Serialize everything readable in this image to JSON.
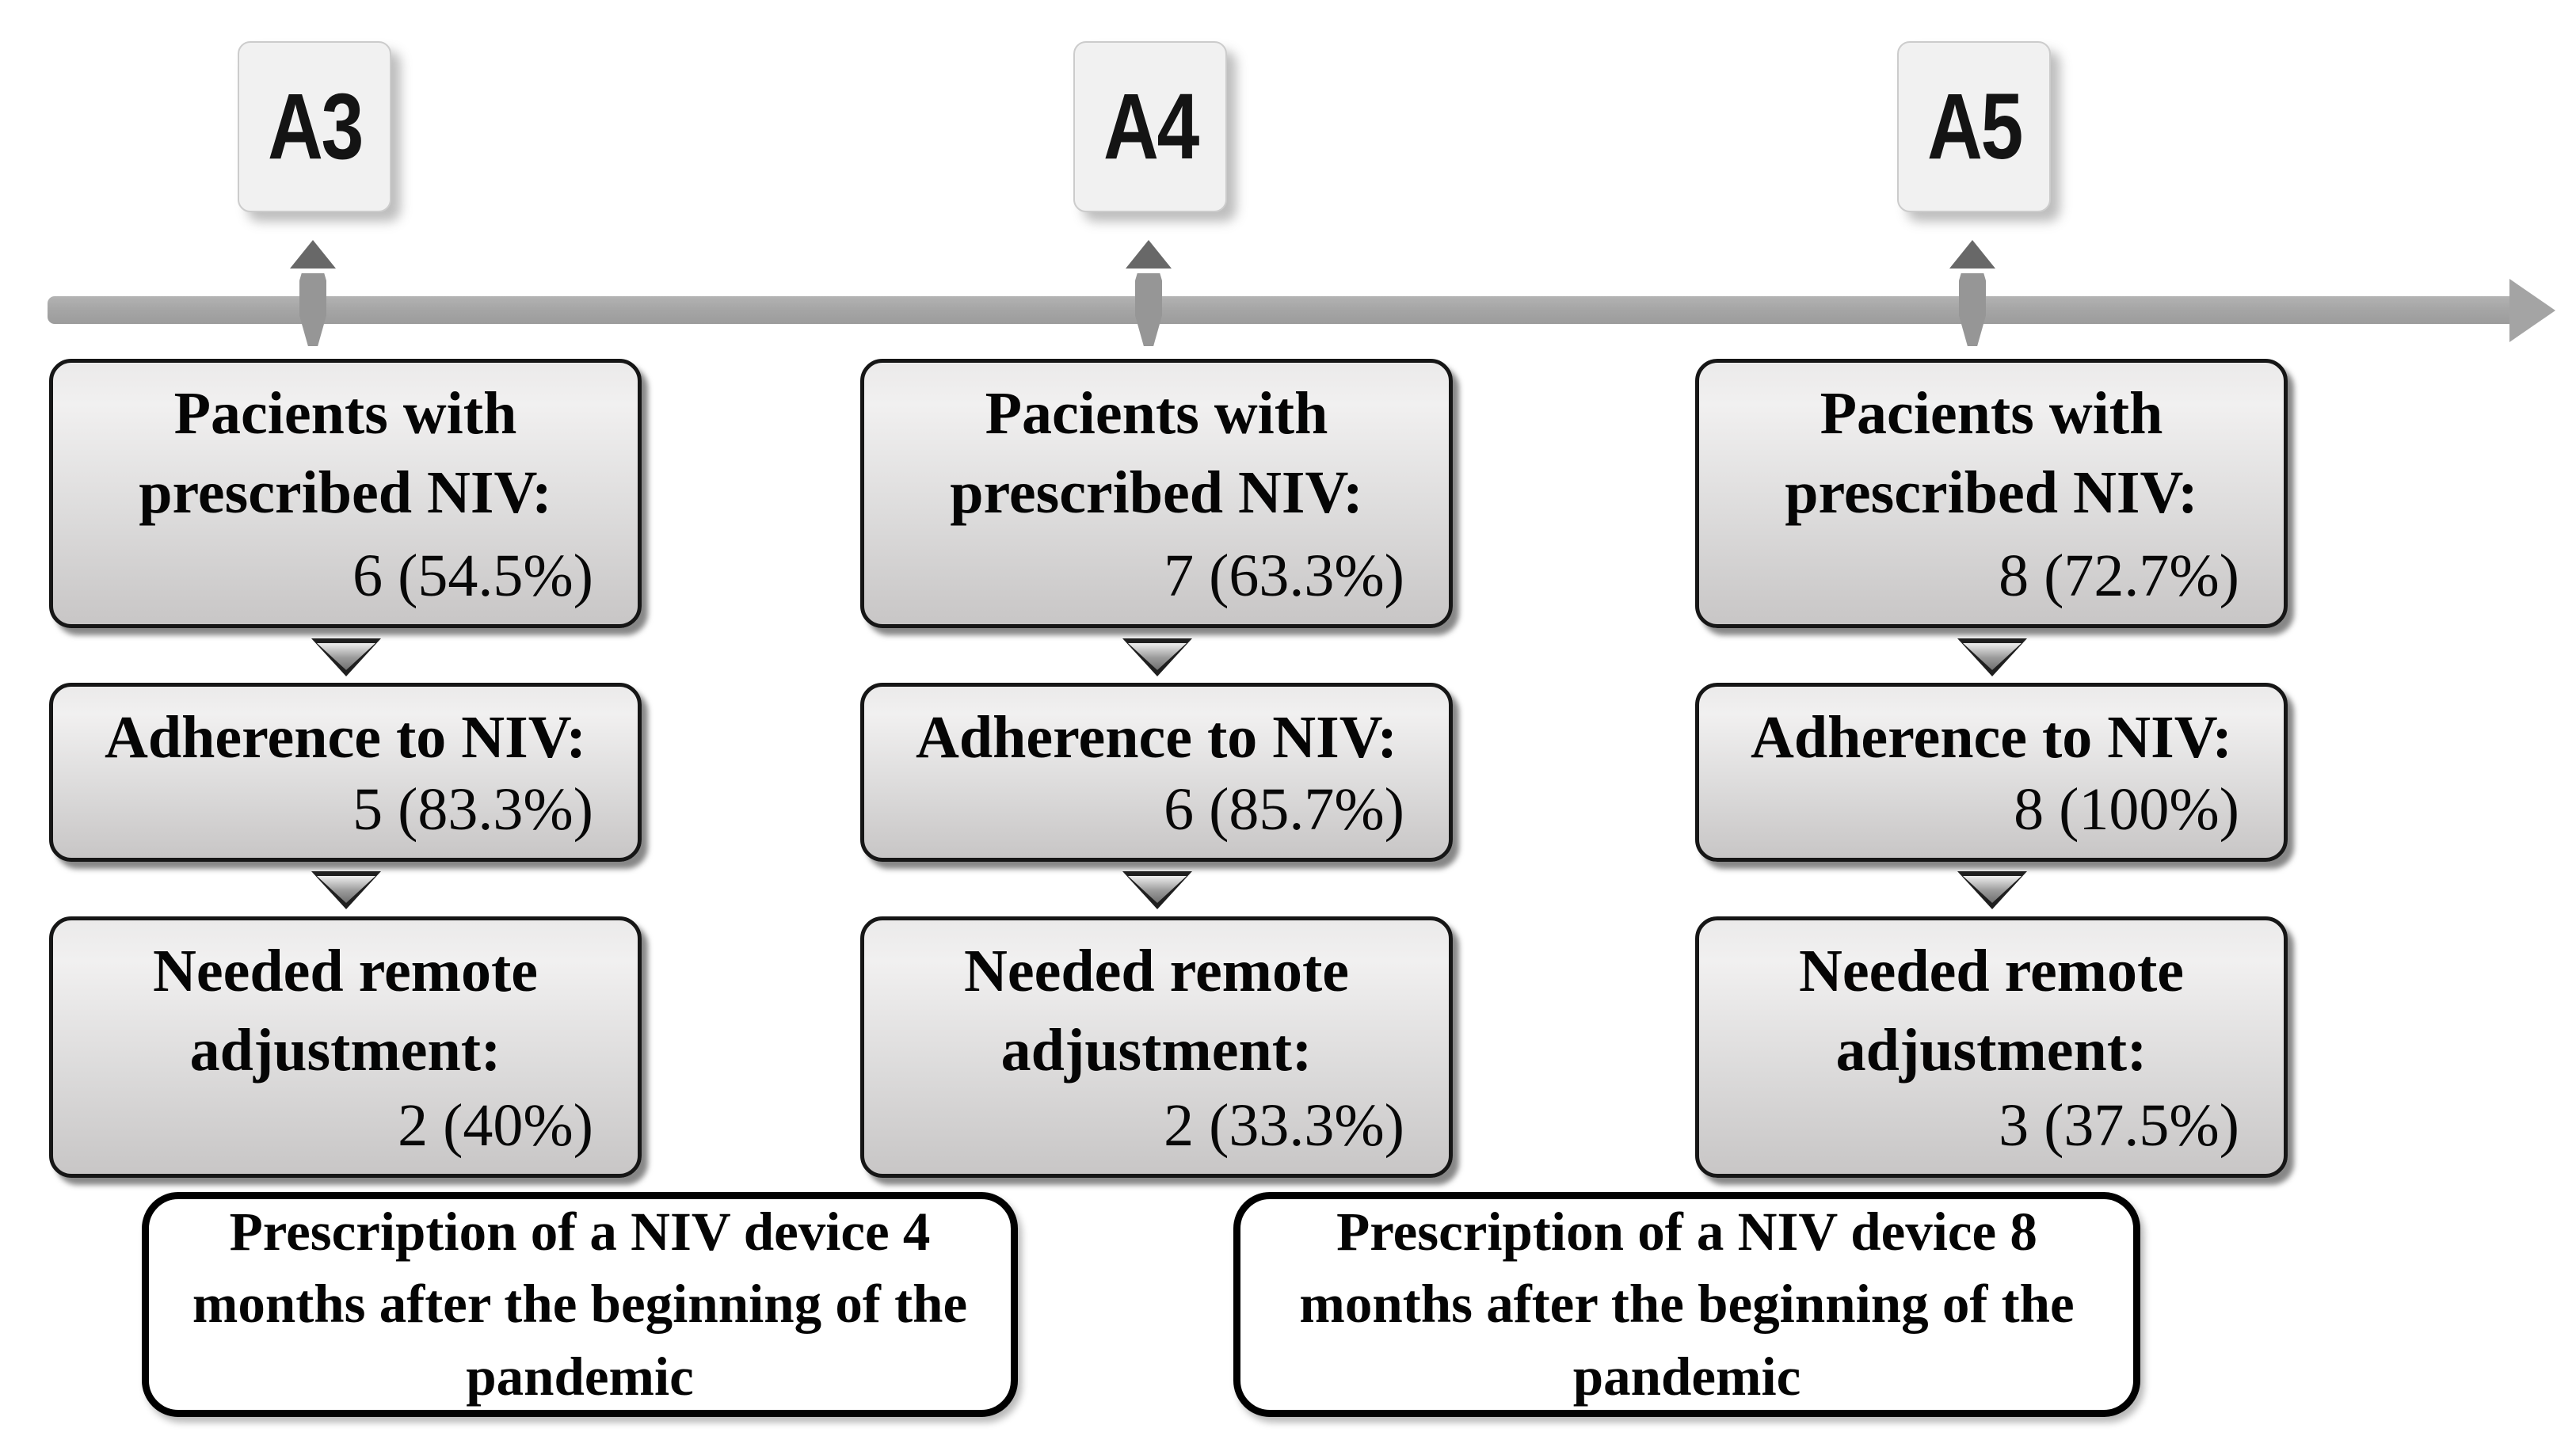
{
  "figure": {
    "description": "Timeline diagram of NIV prescription, adherence and remote adjustment at assessments A3, A4 and A5"
  },
  "timepoints": [
    {
      "label": "A3"
    },
    {
      "label": "A4"
    },
    {
      "label": "A5"
    }
  ],
  "columns": [
    {
      "timepoint": "A3",
      "boxes": [
        {
          "title": "Pacients with prescribed NIV:",
          "value": "6 (54.5%)"
        },
        {
          "title": "Adherence to NIV:",
          "value": "5 (83.3%)"
        },
        {
          "title": "Needed remote adjustment:",
          "value": "2 (40%)"
        }
      ]
    },
    {
      "timepoint": "A4",
      "boxes": [
        {
          "title": "Pacients with prescribed NIV:",
          "value": "7 (63.3%)"
        },
        {
          "title": "Adherence to NIV:",
          "value": "6 (85.7%)"
        },
        {
          "title": "Needed remote adjustment:",
          "value": "2 (33.3%)"
        }
      ]
    },
    {
      "timepoint": "A5",
      "boxes": [
        {
          "title": "Pacients with prescribed NIV:",
          "value": "8 (72.7%)"
        },
        {
          "title": "Adherence to NIV:",
          "value": "8 (100%)"
        },
        {
          "title": "Needed remote adjustment:",
          "value": "3 (37.5%)"
        }
      ]
    }
  ],
  "notes": [
    {
      "text": "Prescription of a NIV device 4 months after the beginning of the pandemic"
    },
    {
      "text": "Prescription of a NIV device 8 months after the beginning of the pandemic"
    }
  ],
  "colors": {
    "timeline_gray": "#a6a6a6",
    "marker_dark_gray": "#686868",
    "box_gradient_top": "#f1f0f0",
    "box_gradient_bottom": "#c8c6c6",
    "box_border": "#161616",
    "label_fill": "#f1f1f1",
    "note_border": "#000000",
    "background": "#ffffff",
    "text": "#050505"
  }
}
